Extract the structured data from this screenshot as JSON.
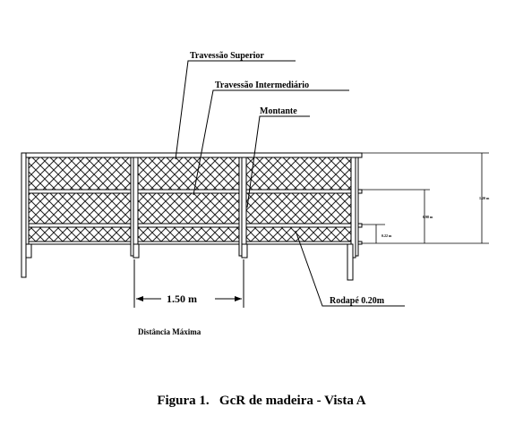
{
  "labels": {
    "travessao_superior": "Travessão Superior",
    "travessao_intermediario": "Travessão Intermediário",
    "montante": "Montante",
    "rodape": "Rodapé 0.20m",
    "spacing": "1.50 m",
    "distancia": "Distância Máxima"
  },
  "dimensions": {
    "total_height": "1.20 m",
    "intermediate_height": "0.98 m",
    "base_height": "0.22 m"
  },
  "caption": "Figura 1.   GcR de madeira - Vista A"
}
